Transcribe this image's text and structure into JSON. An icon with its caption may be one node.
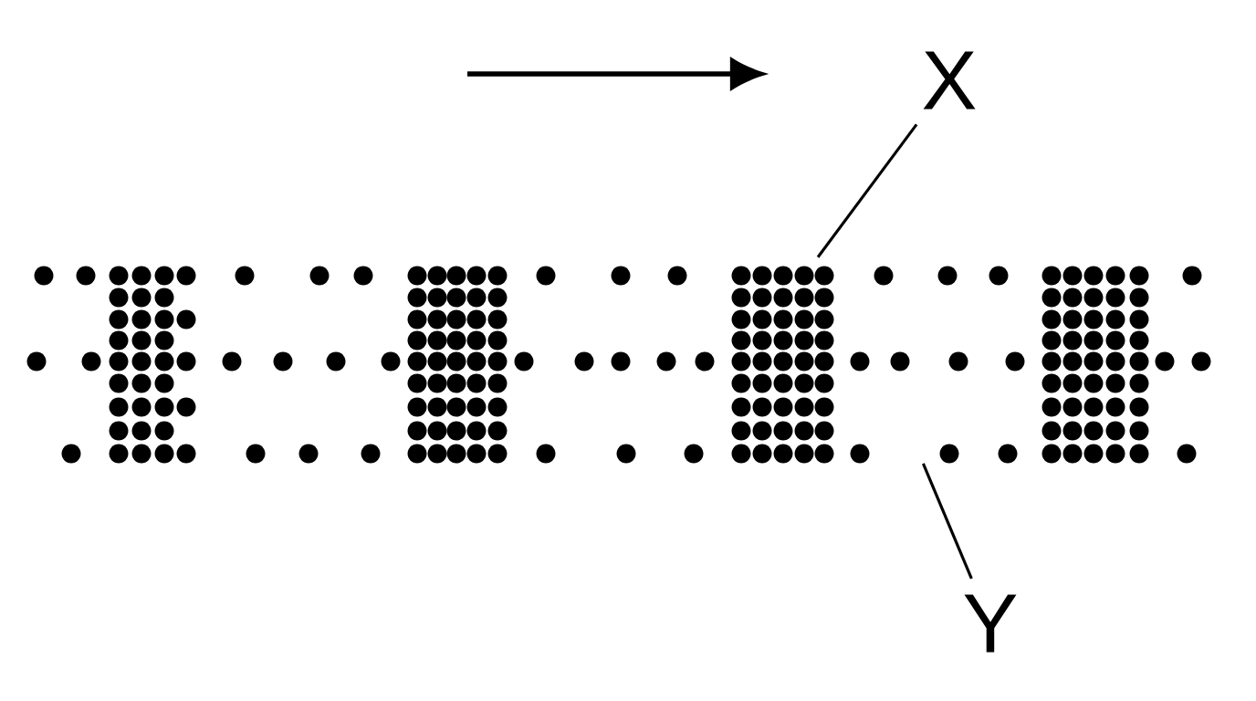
{
  "diagram": {
    "nodes": [
      {
        "text": [
          "X"
        ]
      },
      {
        "text": [
          "Y"
        ]
      },
      {
        "text": [],
        "shape": "circle"
      }
    ],
    "edges": [
      {
        "from": 0,
        "to": 2,
        "arrow": "none"
      },
      {
        "from": 1,
        "to": null,
        "arrow": "none"
      }
    ]
  }
}
